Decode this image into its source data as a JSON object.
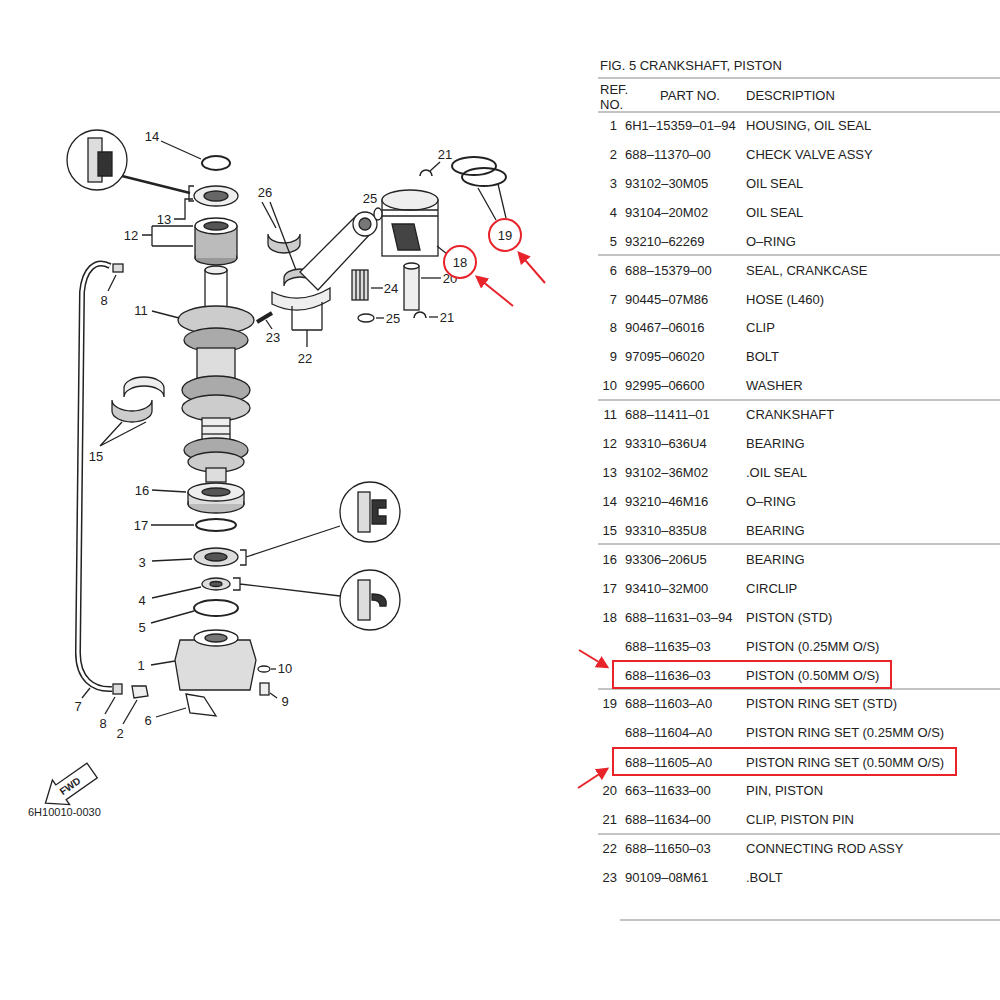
{
  "diagram": {
    "title": "FIG. 5 CRANKSHAFT, PISTON",
    "nodes": [
      {
        "text": [
          "19"
        ]
      },
      {
        "text": [
          "18"
        ]
      },
      {
        "text": [
          "688–11636–03",
          "PISTON (0.50MM O/S)"
        ]
      },
      {
        "text": [
          "688–11605–A0",
          "PISTON RING SET (0.50MM O/S)"
        ]
      }
    ],
    "labels": [
      "REF. NO.",
      "PART NO.",
      "DESCRIPTION",
      "1",
      "6H1–15359–01–94",
      "HOUSING, OIL SEAL",
      "2",
      "688–11370–00",
      "CHECK VALVE ASSY",
      "3",
      "93102–30M05",
      "OIL SEAL",
      "4",
      "93104–20M02",
      "OIL SEAL",
      "5",
      "93210–62269",
      "O–RING",
      "6",
      "688–15379–00",
      "SEAL, CRANKCASE",
      "7",
      "90445–07M86",
      "HOSE (L460)",
      "8",
      "90467–06016",
      "CLIP",
      "9",
      "97095–06020",
      "BOLT",
      "10",
      "92995–06600",
      "WASHER",
      "11",
      "688–11411–01",
      "CRANKSHAFT",
      "12",
      "93310–636U4",
      "BEARING",
      "13",
      "93102–36M02",
      ".OIL SEAL",
      "14",
      "93210–46M16",
      "O–RING",
      "15",
      "93310–835U8",
      "BEARING",
      "16",
      "93306–206U5",
      "BEARING",
      "17",
      "93410–32M00",
      "CIRCLIP",
      "18",
      "688–11631–03–94",
      "PISTON (STD)",
      "688–11635–03",
      "PISTON (0.25MM O/S)",
      "19",
      "688–11603–A0",
      "PISTON RING SET (STD)",
      "688–11604–A0",
      "PISTON RING SET (0.25MM O/S)",
      "20",
      "663–11633–00",
      "PIN, PISTON",
      "21",
      "688–11634–00",
      "CLIP, PISTON PIN",
      "22",
      "688–11650–03",
      "CONNECTING ROD ASSY",
      "23",
      "90109–08M61",
      ".BOLT",
      "14",
      "13",
      "12",
      "8",
      "11",
      "26",
      "25",
      "21",
      "24",
      "20",
      "21",
      "25",
      "23",
      "22",
      "15",
      "16",
      "17",
      "3",
      "4",
      "5",
      "1",
      "10",
      "8",
      "9",
      "7",
      "2",
      "6",
      "6H10010-0030",
      "FWD"
    ]
  }
}
